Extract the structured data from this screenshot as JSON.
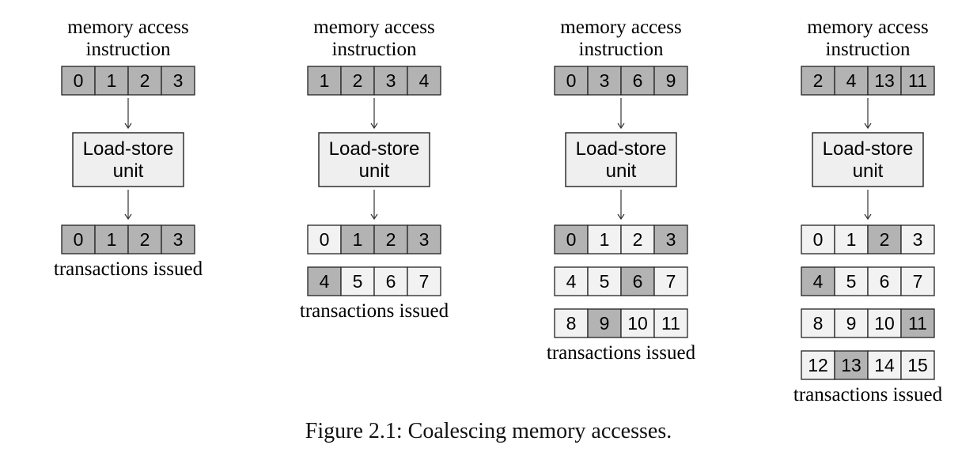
{
  "labels": {
    "top_line1": "memory access",
    "top_line2": "instruction",
    "unit_line1": "Load-store",
    "unit_line2": "unit",
    "bottom": "transactions issued"
  },
  "colors": {
    "shaded": "#b3b3b3",
    "unshaded": "#f2f2f2",
    "unit_fill": "#efefef",
    "stroke": "#222222"
  },
  "panels": [
    {
      "instruction": [
        "0",
        "1",
        "2",
        "3"
      ],
      "transactions": [
        {
          "cells": [
            "0",
            "1",
            "2",
            "3"
          ],
          "shaded": [
            true,
            true,
            true,
            true
          ]
        }
      ]
    },
    {
      "instruction": [
        "1",
        "2",
        "3",
        "4"
      ],
      "transactions": [
        {
          "cells": [
            "0",
            "1",
            "2",
            "3"
          ],
          "shaded": [
            false,
            true,
            true,
            true
          ]
        },
        {
          "cells": [
            "4",
            "5",
            "6",
            "7"
          ],
          "shaded": [
            true,
            false,
            false,
            false
          ]
        }
      ]
    },
    {
      "instruction": [
        "0",
        "3",
        "6",
        "9"
      ],
      "transactions": [
        {
          "cells": [
            "0",
            "1",
            "2",
            "3"
          ],
          "shaded": [
            true,
            false,
            false,
            true
          ]
        },
        {
          "cells": [
            "4",
            "5",
            "6",
            "7"
          ],
          "shaded": [
            false,
            false,
            true,
            false
          ]
        },
        {
          "cells": [
            "8",
            "9",
            "10",
            "11"
          ],
          "shaded": [
            false,
            true,
            false,
            false
          ]
        }
      ]
    },
    {
      "instruction": [
        "2",
        "4",
        "13",
        "11"
      ],
      "transactions": [
        {
          "cells": [
            "0",
            "1",
            "2",
            "3"
          ],
          "shaded": [
            false,
            false,
            true,
            false
          ]
        },
        {
          "cells": [
            "4",
            "5",
            "6",
            "7"
          ],
          "shaded": [
            true,
            false,
            false,
            false
          ]
        },
        {
          "cells": [
            "8",
            "9",
            "10",
            "11"
          ],
          "shaded": [
            false,
            false,
            false,
            true
          ]
        },
        {
          "cells": [
            "12",
            "13",
            "14",
            "15"
          ],
          "shaded": [
            false,
            true,
            false,
            false
          ]
        }
      ]
    }
  ],
  "caption": "Figure 2.1: Coalescing memory accesses."
}
